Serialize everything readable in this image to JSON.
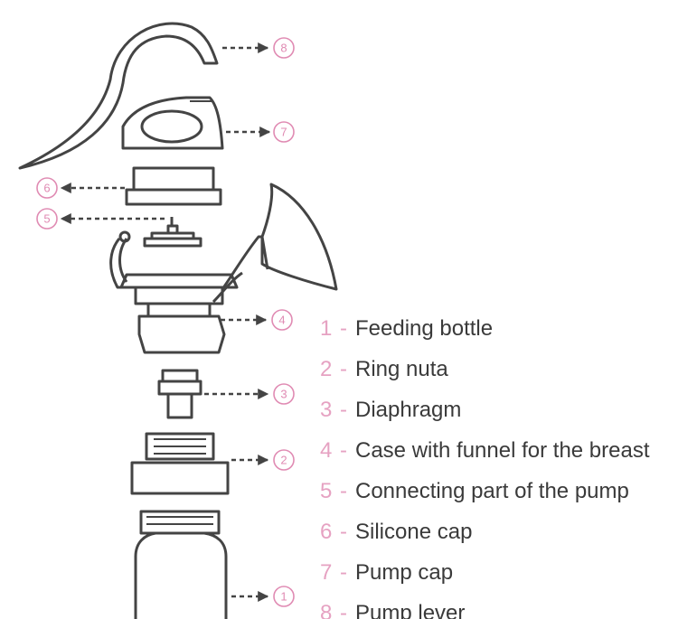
{
  "callouts": [
    "1",
    "2",
    "3",
    "4",
    "5",
    "6",
    "7",
    "8"
  ],
  "legend": [
    {
      "num": "1",
      "dash": "-",
      "label": "Feeding bottle"
    },
    {
      "num": "2",
      "dash": "-",
      "label": "Ring nuta"
    },
    {
      "num": "3",
      "dash": "-",
      "label": "Diaphragm"
    },
    {
      "num": "4",
      "dash": "-",
      "label": "Case with funnel for the breast"
    },
    {
      "num": "5",
      "dash": "-",
      "label": "Connecting part of the pump"
    },
    {
      "num": "6",
      "dash": "-",
      "label": "Silicone cap"
    },
    {
      "num": "7",
      "dash": "-",
      "label": "Pump cap"
    },
    {
      "num": "8",
      "dash": "-",
      "label": "Pump lever"
    }
  ],
  "colors": {
    "accent": "#e08bb3",
    "line": "#444444",
    "text": "#3a3a3a"
  }
}
